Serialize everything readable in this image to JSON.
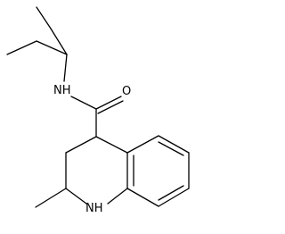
{
  "molecule": {
    "atoms": {
      "amide_n": "NH",
      "carbonyl_o": "O",
      "ring_n": "NH"
    },
    "colors": {
      "bond": "#000000",
      "label": "#000000",
      "background": "#ffffff"
    }
  }
}
